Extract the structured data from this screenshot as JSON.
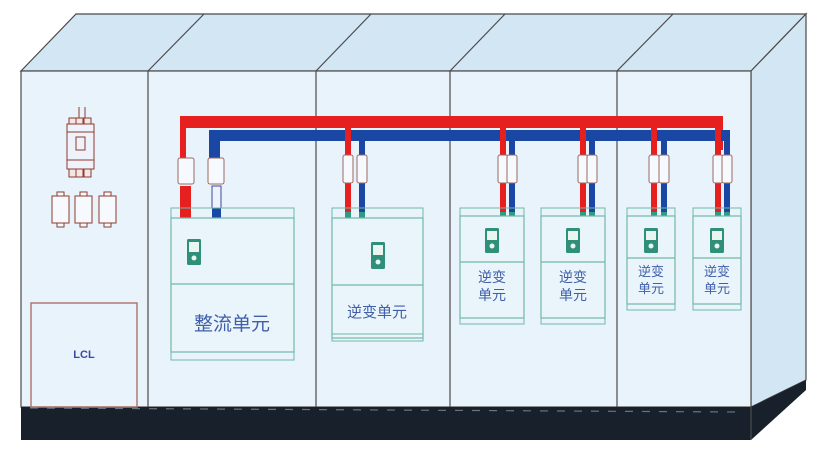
{
  "diagram": {
    "title": "Cabinet layout: rectifier and inverter units on DC bus",
    "colors": {
      "top_face": "#d3e6f4",
      "front_face": "#e9f3fc",
      "side_face": "#d3e6f4",
      "edge": "#4a4a4a",
      "base": "#18212b",
      "dc_positive": "#e5201e",
      "dc_negative": "#1a47a4",
      "unit_outline": "#6fb9a7",
      "keypad": "#2f8f79",
      "fuse_outline": "#9a6a64",
      "breaker": "#8e3a2e",
      "lcl_outline": "#b07a6e",
      "label": "#3f5fa8"
    },
    "cabinets": [
      {
        "name": "LCL / breaker cabinet",
        "components": [
          "circuit-breaker",
          "fuse",
          "fuse",
          "fuse",
          "lcl-filter"
        ],
        "lcl_label": "LCL"
      },
      {
        "name": "Rectifier cabinet",
        "units": [
          {
            "label": "整流单元",
            "kind": "rectifier"
          }
        ]
      },
      {
        "name": "Inverter cabinet 1",
        "units": [
          {
            "label": "逆变单元",
            "kind": "inverter"
          }
        ]
      },
      {
        "name": "Inverter cabinet 2",
        "units": [
          {
            "label_line1": "逆变",
            "label_line2": "单元",
            "kind": "inverter"
          },
          {
            "label_line1": "逆变",
            "label_line2": "单元",
            "kind": "inverter"
          }
        ]
      },
      {
        "name": "Inverter cabinet 3",
        "units": [
          {
            "label_line1": "逆变",
            "label_line2": "单元",
            "kind": "inverter"
          },
          {
            "label_line1": "逆变",
            "label_line2": "单元",
            "kind": "inverter"
          }
        ]
      }
    ],
    "bus": {
      "positive": "DC+ busbar (red)",
      "negative": "DC- busbar (blue)"
    }
  }
}
